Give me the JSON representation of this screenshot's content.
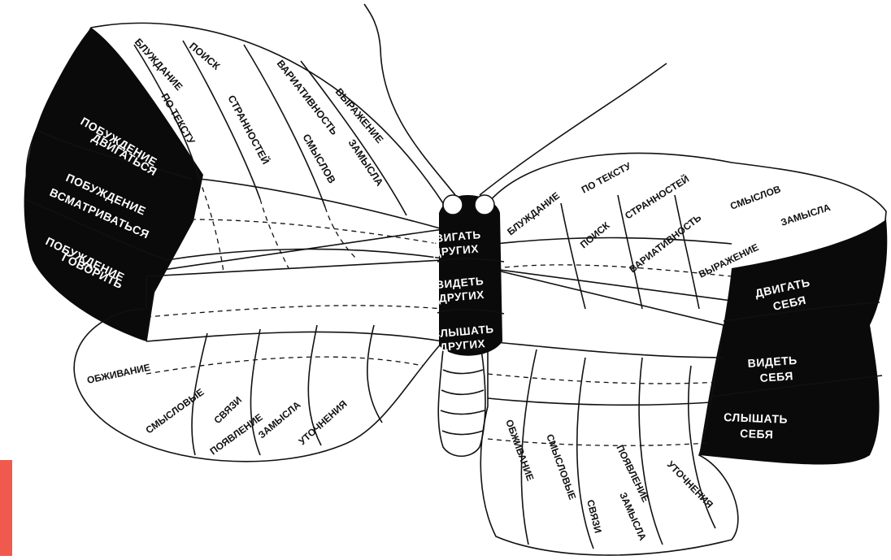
{
  "accent_color": "#f05a4e",
  "body": {
    "move_others": [
      "ДВИГАТЬ",
      "ДРУГИХ"
    ],
    "see_others": [
      "ВИДЕТЬ",
      "ДРУГИХ"
    ],
    "hear_others": [
      "СЛЫШАТЬ",
      "ДРУГИХ"
    ]
  },
  "left_upper_wing": {
    "urge_move": [
      "ПОБУЖДЕНИЕ",
      "ДВИГАТЬСЯ"
    ],
    "urge_look": [
      "ПОБУЖДЕНИЕ",
      "ВСМАТРИВАТЬСЯ"
    ],
    "urge_speak": [
      "ПОБУЖДЕНИЕ",
      "ГОВОРИТЬ"
    ],
    "wandering": "БЛУЖДАНИЕ",
    "by_text": "ПО ТЕКСТУ",
    "search": "ПОИСК",
    "oddities": "СТРАННОСТЕЙ",
    "variability": "ВАРИАТИВНОСТЬ",
    "meanings": "СМЫСЛОВ",
    "expression": "ВЫРАЖЕНИЕ",
    "of_intent": "ЗАМЫСЛА"
  },
  "left_lower_wing": {
    "enlivening": "ОБЖИВАНИЕ",
    "semantic": "СМЫСЛОВЫЕ",
    "links": "СВЯЗИ",
    "appearance": "ПОЯВЛЕНИЕ",
    "of_intent": "ЗАМЫСЛА",
    "refinements": "УТОЧНЕНИЯ"
  },
  "right_upper_wing": {
    "move_self": [
      "ДВИГАТЬ",
      "СЕБЯ"
    ],
    "see_self": [
      "ВИДЕТЬ",
      "СЕБЯ"
    ],
    "hear_self": [
      "СЛЫШАТЬ",
      "СЕБЯ"
    ],
    "wandering": "БЛУЖДАНИЕ",
    "by_text": "ПО ТЕКСТУ",
    "search": "ПОИСК",
    "oddities": "СТРАННОСТЕЙ",
    "variability": "ВАРИАТИВНОСТЬ",
    "meanings": "СМЫСЛОВ",
    "expression": "ВЫРАЖЕНИЕ",
    "of_intent": "ЗАМЫСЛА"
  },
  "right_lower_wing": {
    "enlivening": "ОБЖИВАНИЕ",
    "semantic": "СМЫСЛОВЫЕ",
    "links": "СВЯЗИ",
    "appearance": "ПОЯВЛЕНИЕ",
    "of_intent": "ЗАМЫСЛА",
    "refinements": "УТОЧНЕНИЯ"
  }
}
